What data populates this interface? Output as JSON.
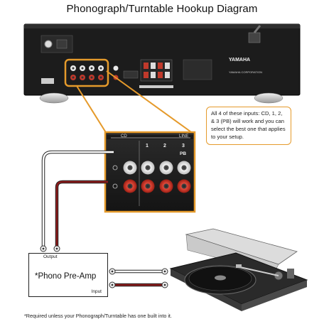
{
  "title": "Phonograph/Turntable Hookup Diagram",
  "callout_text": "All 4 of these inputs: CD, 1, 2, & 3 (PB) will work and you can select the best one that applies to your setup.",
  "receiver": {
    "brand": "YAMAHA",
    "corporation": "YAMAHA CORPORATION"
  },
  "input_panel": {
    "labels": [
      "CD",
      "1",
      "2",
      "3",
      "PB",
      "LINE"
    ]
  },
  "preamp": {
    "name": "*Phono Pre-Amp",
    "output_label": "Output",
    "input_label": "Input"
  },
  "footnote": "*Required unless your Phonograph/Turntable has one built into it.",
  "colors": {
    "accent": "#e59a2b",
    "left_channel": "#ffffff",
    "right_channel": "#c0392b",
    "cable_red": "#8b1a1a",
    "receiver_body": "#1c1c1c"
  }
}
